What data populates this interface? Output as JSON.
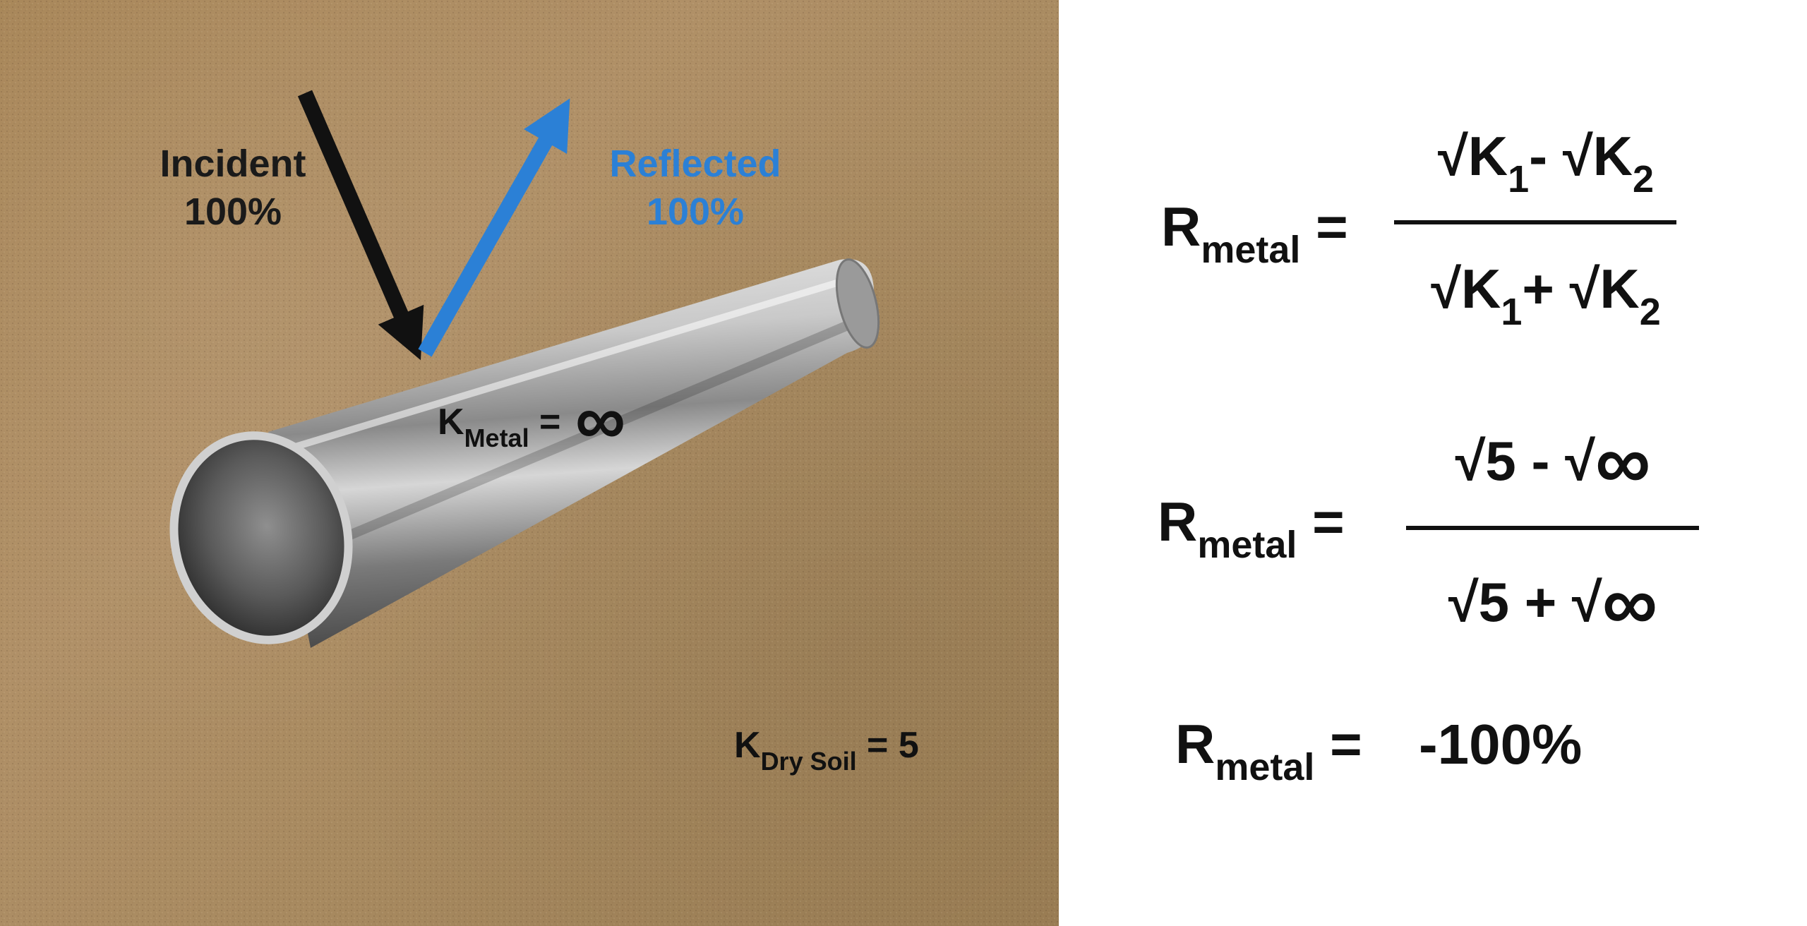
{
  "diagram": {
    "incident": {
      "label": "Incident",
      "percent": "100%"
    },
    "reflected": {
      "label": "Reflected",
      "percent": "100%"
    },
    "k_metal": {
      "symbol": "K",
      "subscript": "Metal",
      "equals": " = ",
      "value": "∞"
    },
    "k_dry_soil": {
      "symbol": "K",
      "subscript": "Dry Soil",
      "equals": " = ",
      "value": "5"
    }
  },
  "equations": {
    "general": {
      "lhs_symbol": "R",
      "lhs_subscript": "metal",
      "equals": " =",
      "num_a": "√K",
      "num_a_sub": "1",
      "num_op": "- ",
      "num_b": "√K",
      "num_b_sub": "2",
      "den_a": "√K",
      "den_a_sub": "1",
      "den_op": "+ ",
      "den_b": "√K",
      "den_b_sub": "2"
    },
    "substituted": {
      "lhs_symbol": "R",
      "lhs_subscript": "metal",
      "equals": " =",
      "num_left": "√5 - √",
      "num_inf": "∞",
      "den_left": "√5 + √",
      "den_inf": "∞"
    },
    "result": {
      "lhs_symbol": "R",
      "lhs_subscript": "metal",
      "equals": " =",
      "value": "-100%"
    }
  },
  "colors": {
    "incident_arrow": "#111111",
    "reflected_arrow": "#2b80d6",
    "soil": "#a88a60",
    "background": "#ffffff"
  }
}
